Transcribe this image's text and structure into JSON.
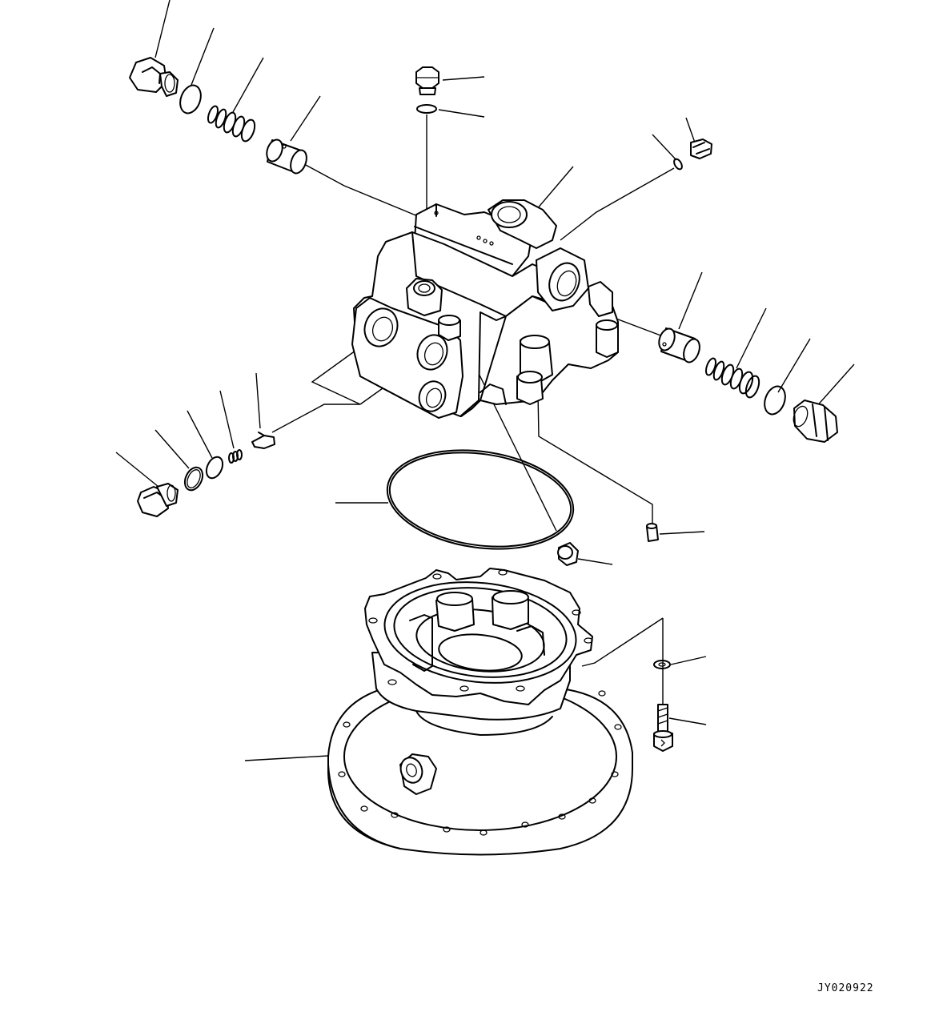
{
  "figure": {
    "reference_code": "JY020922"
  },
  "parts": [
    {
      "name": "relief-valve-plug-left"
    },
    {
      "name": "o-ring"
    },
    {
      "name": "spring"
    },
    {
      "name": "check-valve-poppet"
    },
    {
      "name": "drain-plug-top"
    },
    {
      "name": "plug-o-ring-top"
    },
    {
      "name": "plug-right-small"
    },
    {
      "name": "valve-cover-block"
    },
    {
      "name": "check-valve-poppet-right"
    },
    {
      "name": "relief-valve-plug-right"
    },
    {
      "name": "plug-lower-left"
    },
    {
      "name": "housing-o-ring"
    },
    {
      "name": "dowel-pin"
    },
    {
      "name": "bearing-roller"
    },
    {
      "name": "washer"
    },
    {
      "name": "mounting-bolt"
    },
    {
      "name": "swing-motor-housing"
    }
  ]
}
